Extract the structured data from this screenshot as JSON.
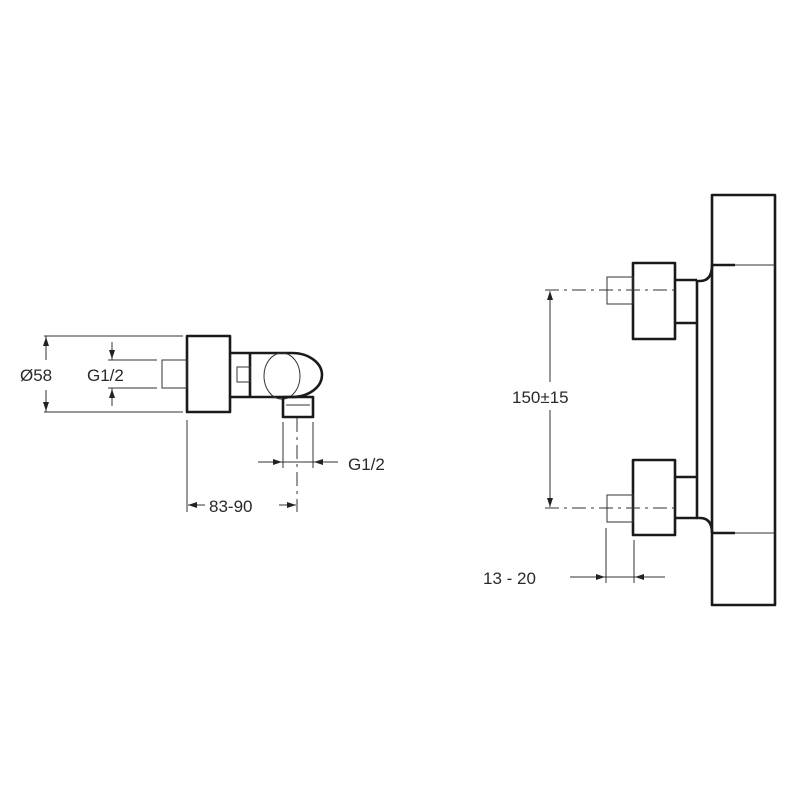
{
  "side_view": {
    "dim_diameter": "Ø58",
    "dim_inlet_thread": "G1/2",
    "dim_outlet_thread": "G1/2",
    "dim_depth": "83-90"
  },
  "front_view": {
    "dim_inlet_spacing": "150±15",
    "dim_eccentric_offset": "13 - 20"
  }
}
